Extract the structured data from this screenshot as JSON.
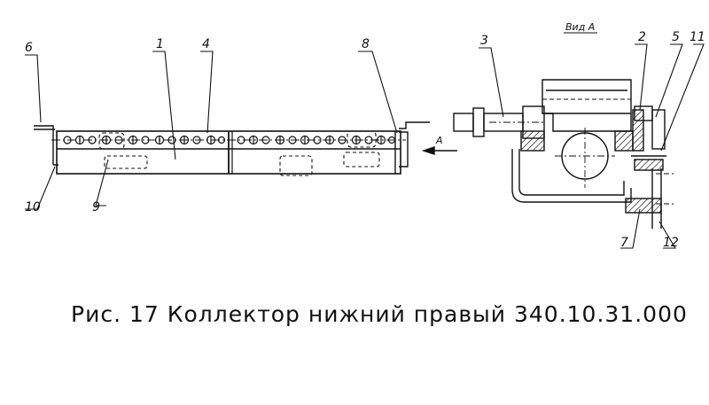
{
  "caption": "Рис. 17 Коллектор нижний правый 340.10.31.000",
  "view_label": "Вид А",
  "arrow_label": "А",
  "callouts": {
    "c1": "1",
    "c2": "2",
    "c3": "3",
    "c4": "4",
    "c5": "5",
    "c6": "6",
    "c7": "7",
    "c8": "8",
    "c9": "9",
    "c10": "10",
    "c11": "11",
    "c12": "12"
  },
  "colors": {
    "ink": "#111111",
    "paper": "#ffffff"
  }
}
